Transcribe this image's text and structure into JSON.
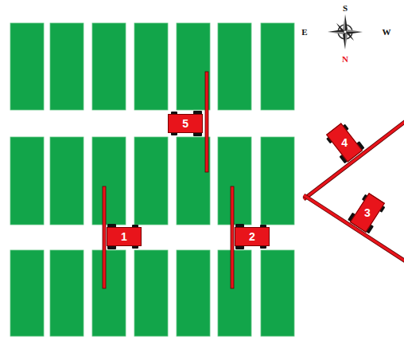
{
  "diagram": {
    "nodes": [
      {
        "text": [
          "5"
        ]
      },
      {
        "text": [
          "4"
        ]
      },
      {
        "text": [
          "3"
        ]
      },
      {
        "text": [
          "1"
        ]
      },
      {
        "text": [
          "2"
        ]
      }
    ],
    "labels": [
      "S",
      "E",
      "W",
      "N"
    ]
  }
}
